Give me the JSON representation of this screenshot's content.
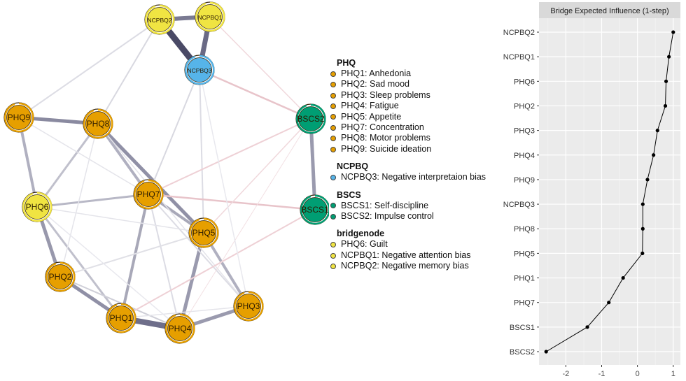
{
  "network": {
    "groups": {
      "PHQ": "#E69F00",
      "NCPBQ": "#56B4E9",
      "BSCS": "#009E73",
      "bridgenode": "#F0E442"
    },
    "nodes": [
      {
        "label": "NCPBQ2",
        "group": "bridgenode"
      },
      {
        "label": "NCPBQ1",
        "group": "bridgenode"
      },
      {
        "label": "NCPBQ3",
        "group": "NCPBQ"
      },
      {
        "label": "BSCS2",
        "group": "BSCS"
      },
      {
        "label": "BSCS1",
        "group": "BSCS"
      },
      {
        "label": "PHQ9",
        "group": "PHQ"
      },
      {
        "label": "PHQ8",
        "group": "PHQ"
      },
      {
        "label": "PHQ7",
        "group": "PHQ"
      },
      {
        "label": "PHQ6",
        "group": "bridgenode"
      },
      {
        "label": "PHQ5",
        "group": "PHQ"
      },
      {
        "label": "PHQ2",
        "group": "PHQ"
      },
      {
        "label": "PHQ3",
        "group": "PHQ"
      },
      {
        "label": "PHQ1",
        "group": "PHQ"
      },
      {
        "label": "PHQ4",
        "group": "PHQ"
      }
    ]
  },
  "legend": [
    {
      "title": "PHQ",
      "color": "#E69F00",
      "items": [
        "PHQ1: Anhedonia",
        "PHQ2: Sad mood",
        "PHQ3: Sleep problems",
        "PHQ4: Fatigue",
        "PHQ5: Appetite",
        "PHQ7: Concentration",
        "PHQ8: Motor problems",
        "PHQ9: Suicide ideation"
      ]
    },
    {
      "title": "NCPBQ",
      "color": "#56B4E9",
      "items": [
        "NCPBQ3: Negative interpretaion bias"
      ]
    },
    {
      "title": "BSCS",
      "color": "#009E73",
      "items": [
        "BSCS1: Self-discipline",
        "BSCS2: Impulse control"
      ]
    },
    {
      "title": "bridgenode",
      "color": "#F0E442",
      "items": [
        "PHQ6: Guilt",
        "NCPBQ1: Negative attention bias",
        "NCPBQ2: Negative memory bias"
      ]
    }
  ],
  "chart_data": {
    "type": "line",
    "title": "Bridge Expected Influence (1-step)",
    "categories": [
      "NCPBQ2",
      "NCPBQ1",
      "PHQ6",
      "PHQ2",
      "PHQ3",
      "PHQ4",
      "PHQ9",
      "NCPBQ3",
      "PHQ8",
      "PHQ5",
      "PHQ1",
      "PHQ7",
      "BSCS1",
      "BSCS2"
    ],
    "values": [
      1.0,
      0.88,
      0.8,
      0.78,
      0.56,
      0.45,
      0.28,
      0.15,
      0.15,
      0.14,
      -0.4,
      -0.8,
      -1.4,
      -2.55
    ],
    "xticks": [
      -2,
      -1,
      0,
      1
    ],
    "xlim": [
      -2.75,
      1.2
    ],
    "grid": true,
    "orientation": "horizontal"
  }
}
